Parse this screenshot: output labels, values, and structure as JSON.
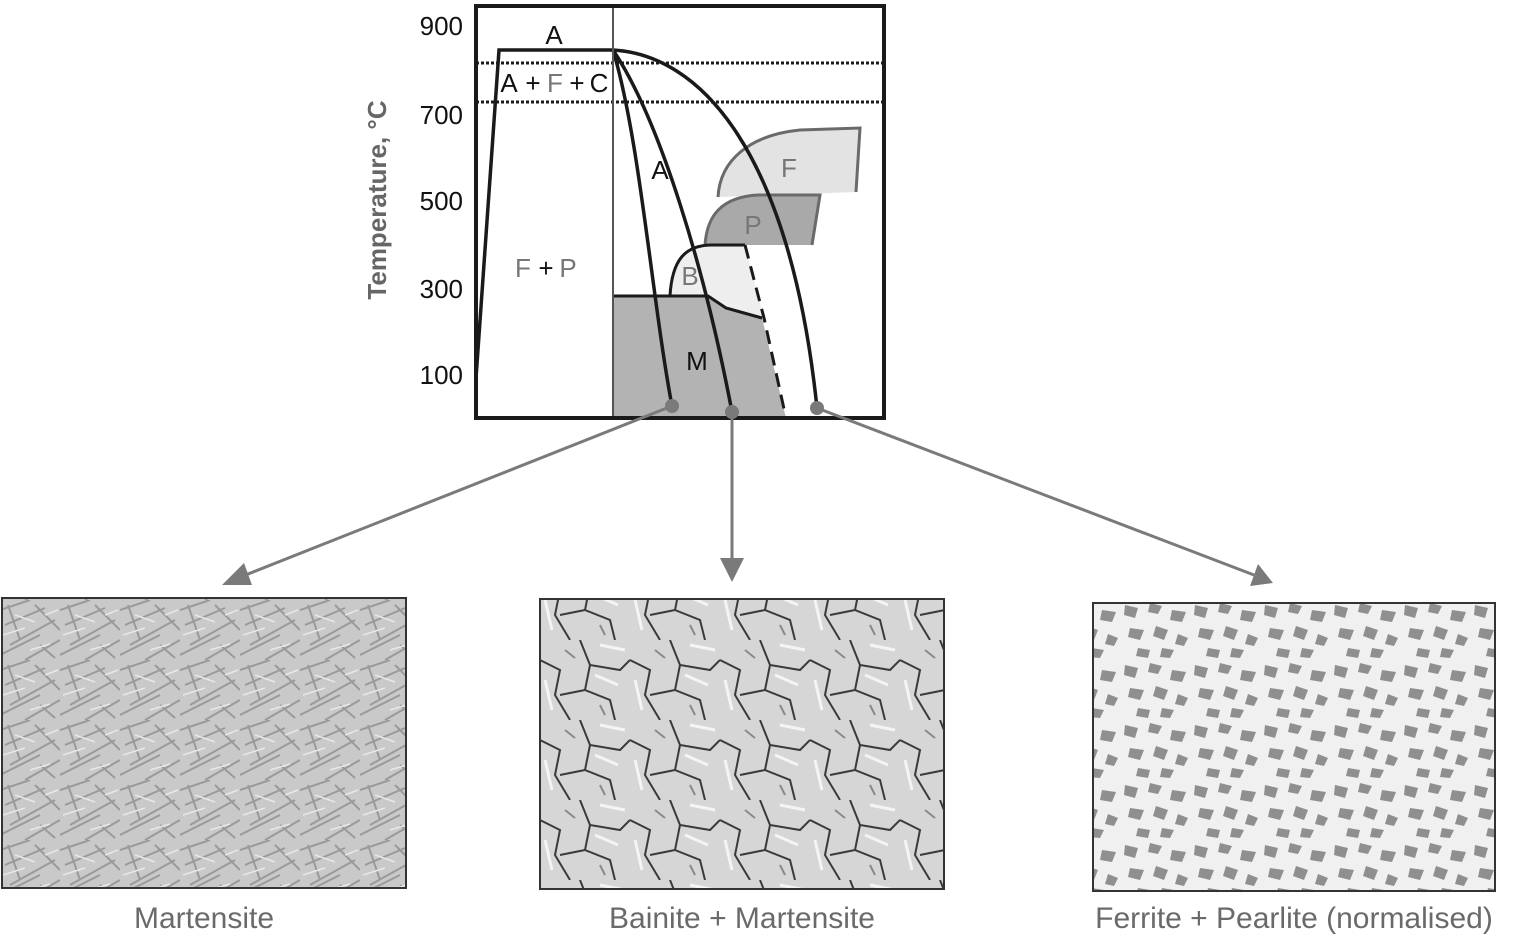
{
  "diagram": {
    "y_axis_label": "Temperature, °C",
    "y_ticks": [
      "900",
      "700",
      "500",
      "300",
      "100"
    ],
    "regions": {
      "austenite_top": "A",
      "two_phase_a": "A",
      "two_phase_plus1": "+",
      "two_phase_f": "F",
      "two_phase_plus2": "+",
      "two_phase_c": "C",
      "austenite_mid": "A",
      "ferrite": "F",
      "pearlite": "P",
      "bainite": "B",
      "martensite": "M",
      "fp_f": "F",
      "fp_plus": "+",
      "fp_p": "P"
    }
  },
  "micrographs": [
    {
      "caption": "Martensite"
    },
    {
      "caption": "Bainite + Martensite"
    },
    {
      "caption": "Ferrite + Pearlite (normalised)"
    }
  ],
  "colors": {
    "curve": "#1a1a1a",
    "martensite_fill": "#b3b3b3",
    "pearlite_fill": "#a9a9a9",
    "ferrite_fill": "#e3e3e3",
    "bainite_fill": "#eeeeee",
    "arrow": "#7a7a7a"
  }
}
